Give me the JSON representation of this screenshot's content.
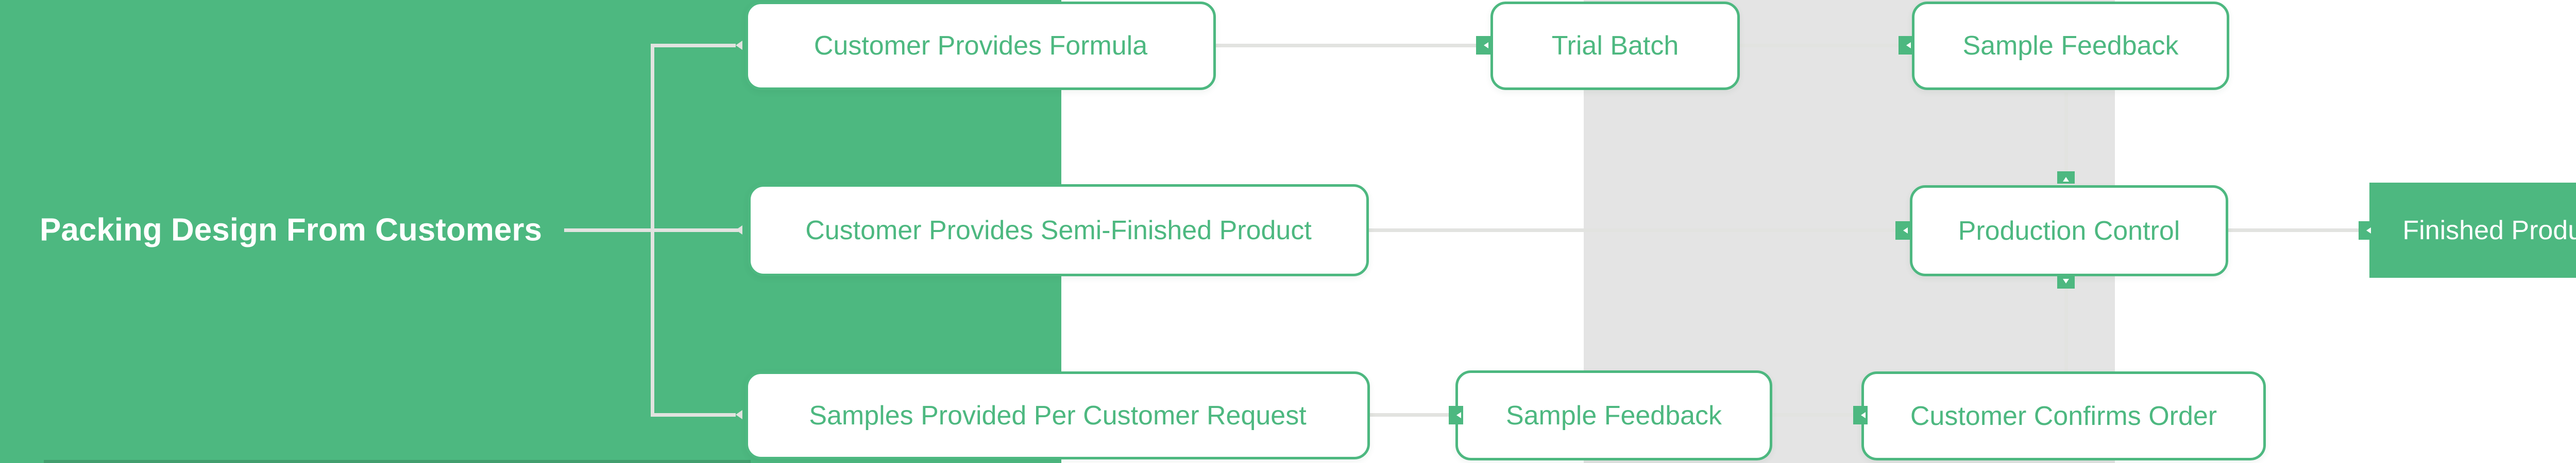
{
  "palette": {
    "green": "#4db880",
    "line": "#e2e3e0",
    "band": "#e4e4e4",
    "nodeBg": "#ffffff",
    "titleText": "#ffffff",
    "shade": "rgba(0,0,0,0.14)"
  },
  "title": {
    "label": "Packing Design From Customers"
  },
  "nodes": {
    "formula": {
      "label": "Customer Provides Formula"
    },
    "trial_batch": {
      "label": "Trial Batch"
    },
    "sample_feedback_1": {
      "label": "Sample Feedback"
    },
    "semi_finished": {
      "label": "Customer Provides Semi-Finished Product"
    },
    "production_control": {
      "label": "Production Control"
    },
    "finished_product": {
      "label": "Finished Product"
    },
    "samples_provided": {
      "label": "Samples Provided Per Customer Request"
    },
    "sample_feedback_2": {
      "label": "Sample Feedback"
    },
    "confirms_order": {
      "label": "Customer Confirms Order"
    }
  },
  "edges": [
    {
      "from": "title",
      "to": "formula"
    },
    {
      "from": "title",
      "to": "semi_finished"
    },
    {
      "from": "title",
      "to": "samples_provided"
    },
    {
      "from": "formula",
      "to": "trial_batch"
    },
    {
      "from": "trial_batch",
      "to": "sample_feedback_1"
    },
    {
      "from": "sample_feedback_1",
      "to": "production_control"
    },
    {
      "from": "semi_finished",
      "to": "production_control"
    },
    {
      "from": "samples_provided",
      "to": "sample_feedback_2"
    },
    {
      "from": "sample_feedback_2",
      "to": "confirms_order"
    },
    {
      "from": "confirms_order",
      "to": "production_control"
    },
    {
      "from": "production_control",
      "to": "finished_product"
    }
  ]
}
